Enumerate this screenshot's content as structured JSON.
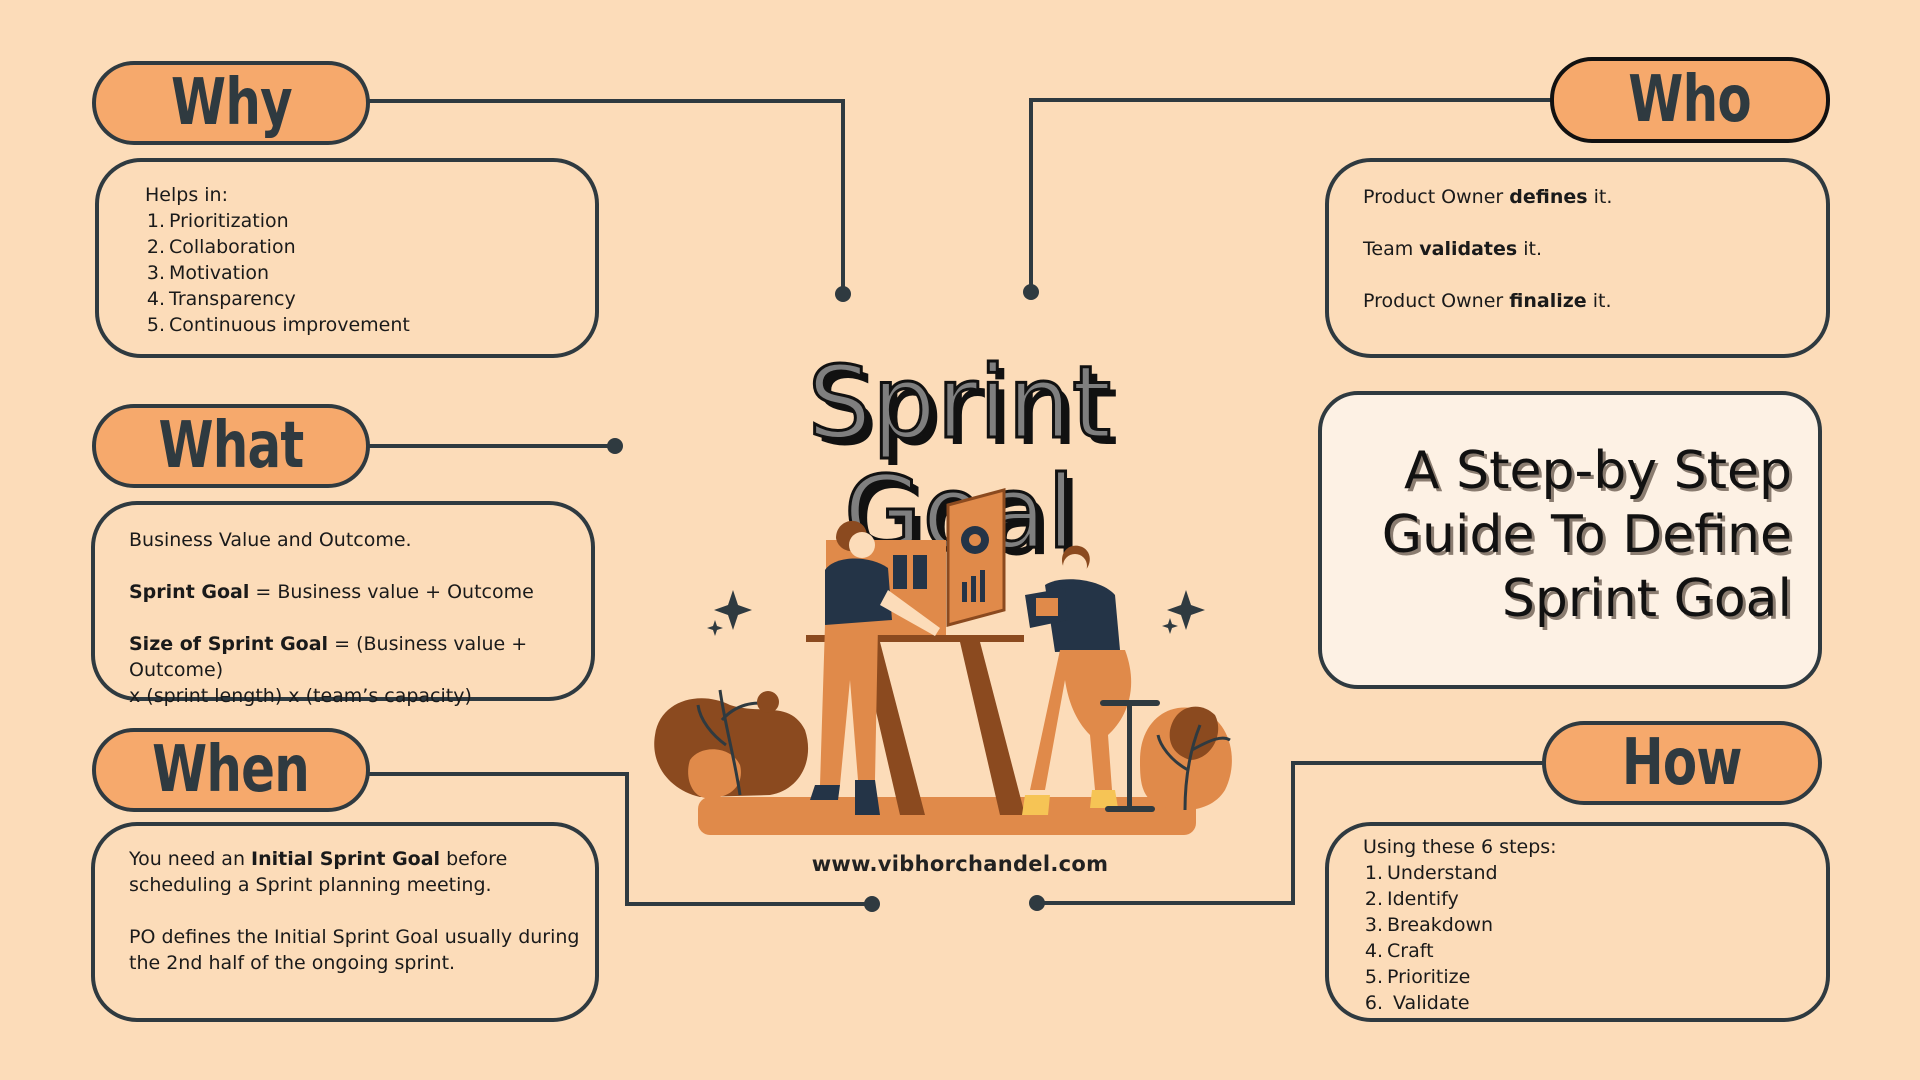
{
  "title": "Sprint Goal",
  "guide": {
    "line1": "A Step-by Step",
    "line2": "Guide To Define",
    "line3": "Sprint Goal"
  },
  "website": "www.vibhorchandel.com",
  "why": {
    "heading": "Why",
    "intro": "Helps in:",
    "items": [
      {
        "num": "1.",
        "text": "Prioritization"
      },
      {
        "num": "2.",
        "text": "Collaboration"
      },
      {
        "num": "3.",
        "text": "Motivation"
      },
      {
        "num": "4.",
        "text": "Transparency"
      },
      {
        "num": "5.",
        "text": "Continuous improvement"
      }
    ]
  },
  "what": {
    "heading": "What",
    "line1": "Business Value and Outcome.",
    "line2_bold": "Sprint Goal",
    "line2_rest": " = Business value + Outcome",
    "line3_bold": "Size of Sprint Goal",
    "line3_rest": " = (Business value + Outcome)",
    "line4": "x (sprint length) x (team’s capacity)"
  },
  "when": {
    "heading": "When",
    "l1_pre": "You need an ",
    "l1_bold": "Initial Sprint Goal",
    "l1_post": " before",
    "l2": "scheduling a Sprint planning meeting.",
    "l3": "PO defines the Initial Sprint Goal usually during",
    "l4": "the 2nd half of the ongoing sprint."
  },
  "who": {
    "heading": "Who",
    "l1_pre": "Product Owner ",
    "l1_bold": "defines",
    "l1_post": " it.",
    "l2_pre": "Team ",
    "l2_bold": "validates",
    "l2_post": " it.",
    "l3_pre": "Product Owner ",
    "l3_bold": "finalize",
    "l3_post": " it."
  },
  "how": {
    "heading": "How",
    "intro": "Using these 6 steps:",
    "items": [
      {
        "num": "1.",
        "text": "Understand"
      },
      {
        "num": "2.",
        "text": "Identify"
      },
      {
        "num": "3.",
        "text": "Breakdown"
      },
      {
        "num": "4.",
        "text": "Craft"
      },
      {
        "num": "5.",
        "text": "Prioritize"
      },
      {
        "num": "6.",
        "text": " Validate"
      }
    ]
  },
  "colors": {
    "background": "#fcdcb9",
    "pill": "#f6a96c",
    "outline": "#2f3a40",
    "accent_brown": "#8b4a1f",
    "accent_orange": "#e08a4a",
    "shirt_navy": "#243447"
  },
  "icons": [
    "sparkle-icon",
    "plant-icon",
    "monitor-icon",
    "tablet-icon"
  ]
}
